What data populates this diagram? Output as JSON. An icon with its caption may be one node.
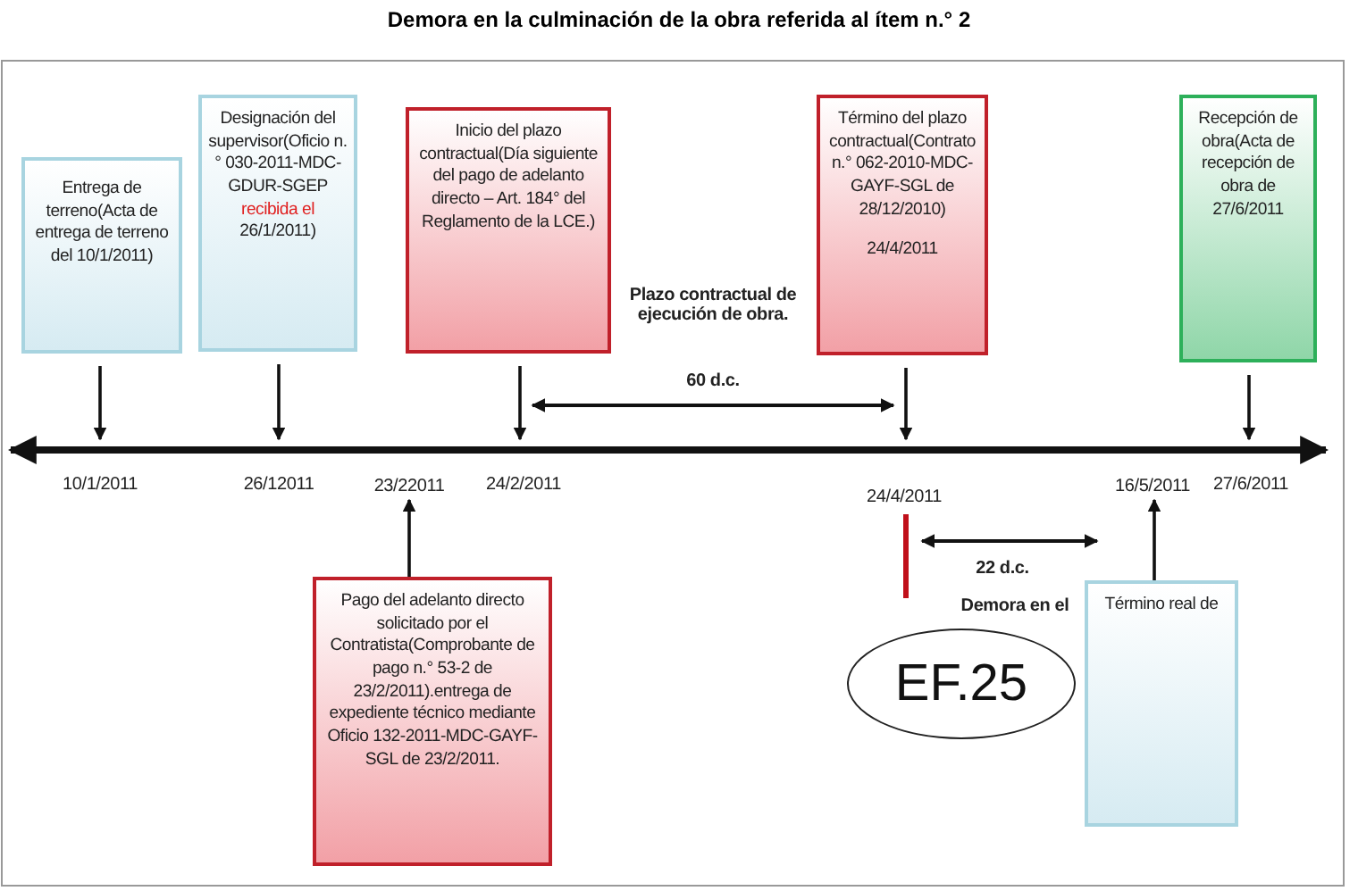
{
  "diagram": {
    "title": "Demora en la culminación de la obra referida al ítem n.° 2",
    "nodes": [
      {
        "text": [
          "Entrega de terreno(Acta de entrega de terreno del 10/1/2011)"
        ]
      },
      {
        "text": [
          "Designación del supervisor(Oficio n.° 030-2011-MDC-GDUR-SGEP",
          "recibida el",
          "26/1/2011)"
        ]
      },
      {
        "text": [
          "Inicio del plazo contractual(Día siguiente del pago de adelanto directo – Art. 184° del Reglamento de la LCE.)"
        ]
      },
      {
        "text": [
          "Término del plazo contractual(Contrato n.° 062-2010-MDC-GAYF-SGL de 28/12/2010)",
          "24/4/2011"
        ]
      },
      {
        "text": [
          "Recepción de obra(Acta de recepción de obra de 27/6/2011"
        ]
      },
      {
        "text": [
          "Pago del adelanto directo solicitado por el Contratista(Comprobante de pago n.° 53-2 de 23/2/2011).entrega de expediente técnico mediante Oficio 132-2011-MDC-GAYF-SGL de 23/2/2011."
        ]
      },
      {
        "text": [
          "Término real de"
        ]
      },
      {
        "text": [
          "EF.25"
        ]
      },
      {
        "text": [
          "23/22011"
        ]
      },
      {
        "text": [
          "16/5/2011"
        ]
      }
    ],
    "edges": [
      {
        "from": 0,
        "to": null,
        "arrow": "to"
      },
      {
        "from": 1,
        "to": null,
        "arrow": "to"
      },
      {
        "from": 2,
        "to": null,
        "arrow": "to"
      },
      {
        "from": 3,
        "to": null,
        "arrow": "to"
      },
      {
        "from": 4,
        "to": null,
        "arrow": "to"
      },
      {
        "from": 5,
        "to": 8,
        "arrow": "to"
      },
      {
        "from": 6,
        "to": 9,
        "arrow": "to"
      }
    ],
    "labels": [
      "Plazo contractual de ejecución de obra.",
      "60 d.c.",
      "10/1/2011",
      "26/12011",
      "24/2/2011",
      "24/4/2011",
      "27/6/2011",
      "22 d.c.",
      "Demora en el"
    ]
  }
}
